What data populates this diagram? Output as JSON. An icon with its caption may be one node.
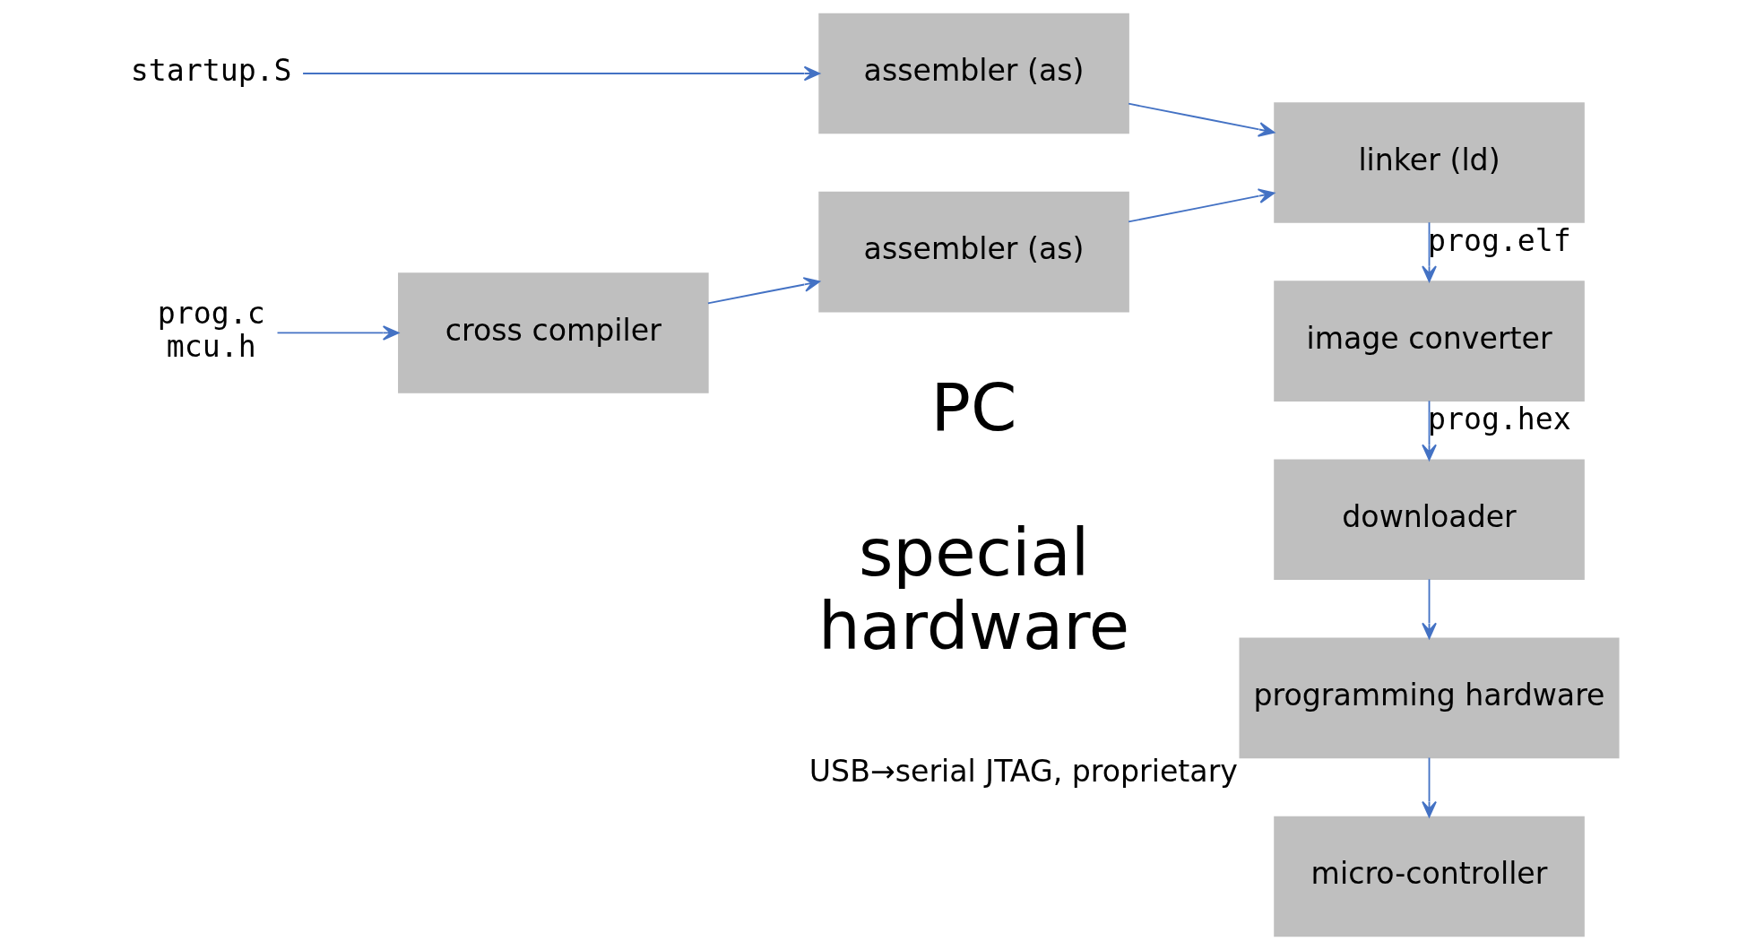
{
  "diagram": {
    "nodes": [
      {
        "text": [
          "startup.S"
        ]
      },
      {
        "text": [
          "prog.c mcu.h"
        ]
      },
      {
        "text": [
          "cross compiler"
        ]
      },
      {
        "text": [
          "assembler (as)"
        ]
      },
      {
        "text": [
          "assembler (as)"
        ]
      },
      {
        "text": [
          "linker (ld)"
        ]
      },
      {
        "text": [
          "image converter"
        ]
      },
      {
        "text": [
          "downloader"
        ]
      },
      {
        "text": [
          "programming hardware"
        ],
        "beside": [
          "USB→serial JTAG, proprietary"
        ]
      },
      {
        "text": [
          "micro-controller"
        ]
      }
    ],
    "edges": [
      {
        "from": 0,
        "to": 3,
        "arrow": "to"
      },
      {
        "from": 1,
        "to": 2,
        "arrow": "to"
      },
      {
        "from": 2,
        "to": 4,
        "arrow": "to"
      },
      {
        "from": 3,
        "to": 5,
        "arrow": "to"
      },
      {
        "from": 4,
        "to": 5,
        "arrow": "to"
      },
      {
        "from": 5,
        "to": 6,
        "label": "prog.elf",
        "arrow": "to"
      },
      {
        "from": 6,
        "to": 7,
        "label": "prog.hex",
        "arrow": "to"
      },
      {
        "from": 7,
        "to": 8,
        "arrow": "to"
      },
      {
        "from": 8,
        "to": 9,
        "arrow": "to"
      }
    ],
    "labels": [
      "PC",
      "special hardware"
    ]
  }
}
